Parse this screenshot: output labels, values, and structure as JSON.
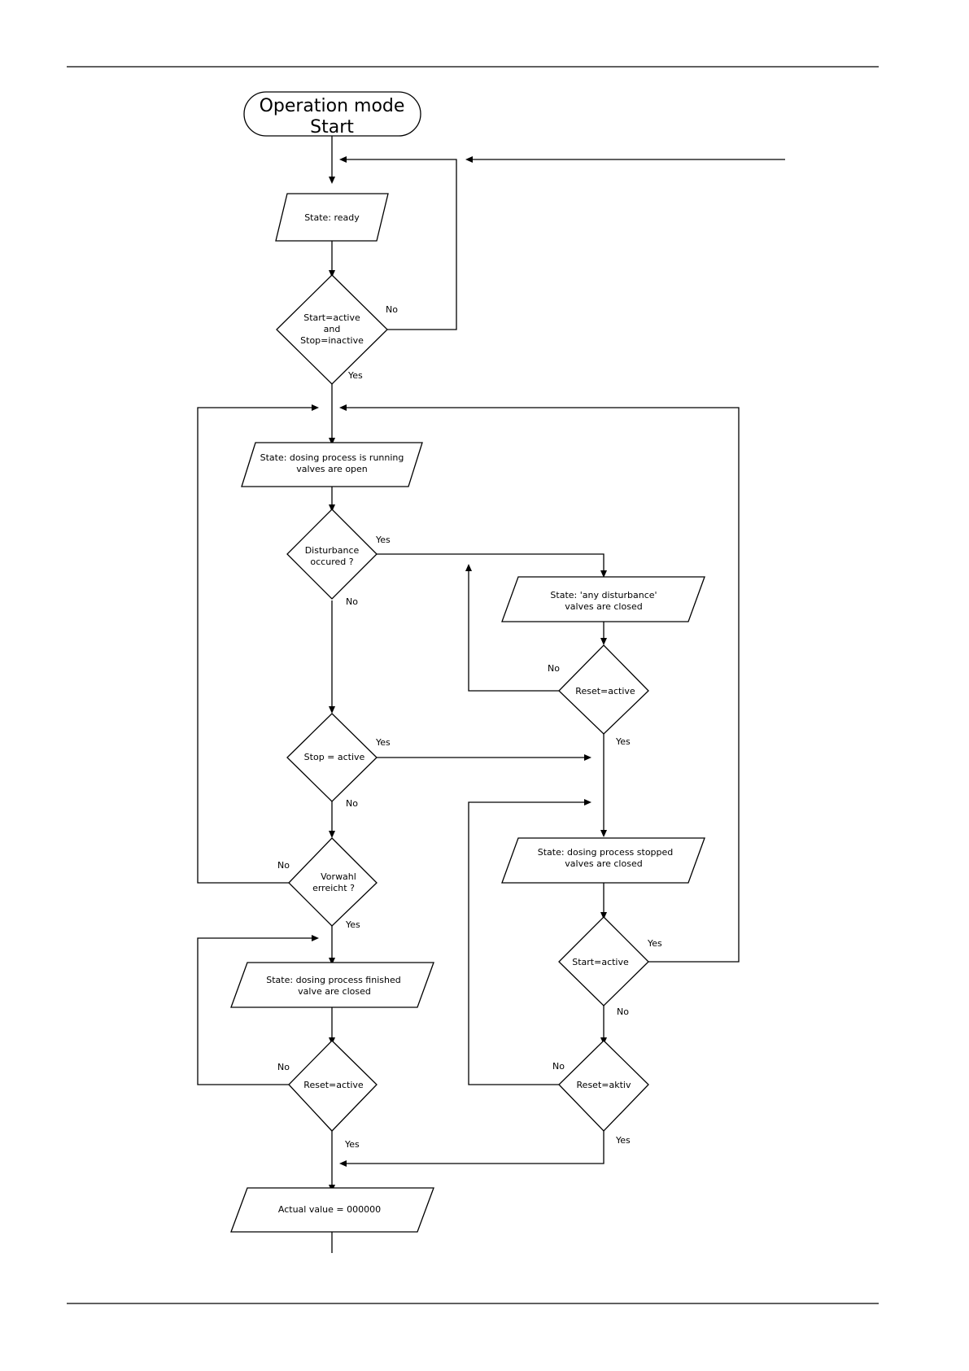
{
  "nodes": {
    "start": [
      "Operation mode",
      "Start"
    ],
    "ready": [
      "State: ready"
    ],
    "start_stop": [
      "Start=active",
      "and",
      "Stop=inactive"
    ],
    "running": [
      "State: dosing process is running",
      "valves are open"
    ],
    "disturbance": [
      "Disturbance",
      "occured ?"
    ],
    "any_disturbance": [
      "State: 'any disturbance'",
      "valves are closed"
    ],
    "reset1": [
      "Reset=active"
    ],
    "stop": [
      "Stop = active"
    ],
    "stopped": [
      "State: dosing process stopped",
      "valves are closed"
    ],
    "vorwahl": [
      "Vorwahl",
      "erreicht ?"
    ],
    "start2": [
      "Start=active"
    ],
    "finished": [
      "State: dosing process finished",
      "valve are closed"
    ],
    "reset_aktiv": [
      "Reset=aktiv"
    ],
    "reset2": [
      "Reset=active"
    ],
    "actual": [
      "Actual value = 000000"
    ]
  },
  "labels": {
    "no_start_stop": "No",
    "yes_start_stop": "Yes",
    "yes_disturbance": "Yes",
    "no_disturbance": "No",
    "no_reset1": "No",
    "yes_reset1": "Yes",
    "yes_stop": "Yes",
    "no_stop": "No",
    "no_vorwahl": "No",
    "yes_vorwahl": "Yes",
    "yes_start2": "Yes",
    "no_start2": "No",
    "no_reset_aktiv": "No",
    "yes_reset_aktiv": "Yes",
    "no_reset2": "No",
    "yes_reset2": "Yes"
  }
}
